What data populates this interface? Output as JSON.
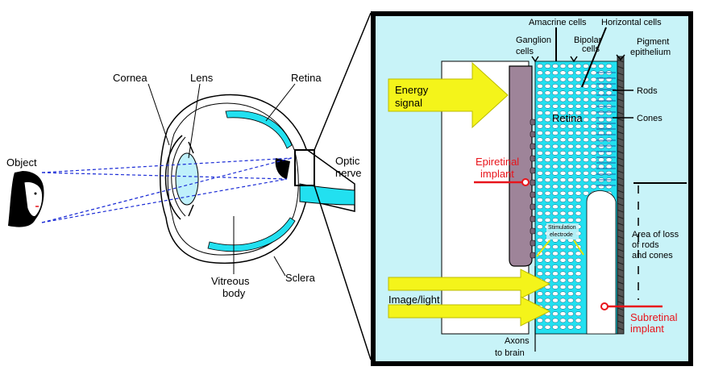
{
  "eye": {
    "object": "Object",
    "cornea": "Cornea",
    "lens": "Lens",
    "retina": "Retina",
    "optic_nerve": [
      "Optic",
      "nerve"
    ],
    "vitreous_body": [
      "Vitreous",
      "body"
    ],
    "sclera": "Sclera"
  },
  "detail": {
    "amacrine": "Amacrine cells",
    "horizontal": "Horizontal cells",
    "ganglion": [
      "Ganglion",
      "cells"
    ],
    "bipolar": [
      "Bipolar",
      "cells"
    ],
    "pigment": [
      "Pigment",
      "epithelium"
    ],
    "energy": [
      "Energy",
      "signal"
    ],
    "retina": "Retina",
    "rods": "Rods",
    "cones": "Cones",
    "epiretinal": [
      "Epiretinal",
      "implant"
    ],
    "stimulation": [
      "Stimulation",
      "electrode"
    ],
    "loss": [
      "Area of loss",
      "of rods",
      "and cones"
    ],
    "image_light": "Image/light",
    "subretinal": [
      "Subretinal",
      "implant"
    ],
    "axons": [
      "Axons",
      "to brain"
    ]
  },
  "colors": {
    "retina_cyan": "#22e0f0",
    "panel_bg": "#c8f3f8",
    "arrow_yellow": "#f4f41a",
    "implant_purple": "#9e8499",
    "implant_red": "#e8141b",
    "ray_blue": "#1a2bd6"
  }
}
